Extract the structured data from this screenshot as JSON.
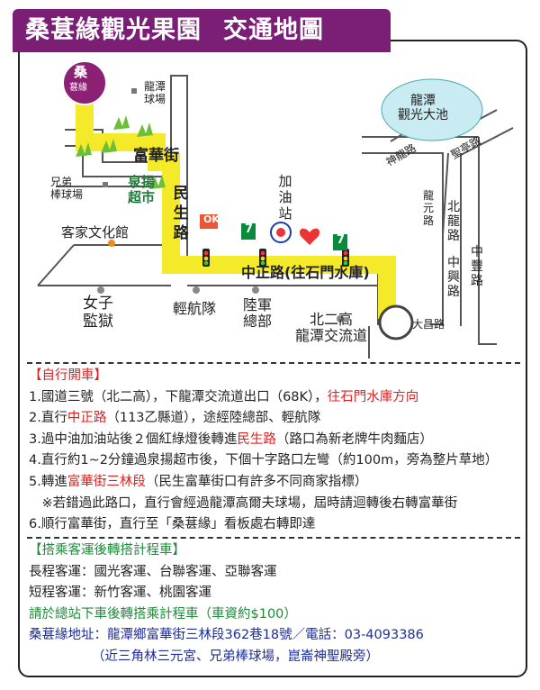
{
  "title": {
    "main": "桑葚緣觀光果園",
    "sub": "交通地圖"
  },
  "map": {
    "logo": {
      "top": "桑",
      "bottom": "葚緣"
    },
    "labels": {
      "longtan_field": "龍潭\n球場",
      "brothers_field": "兄弟\n棒球場",
      "quanyang": "泉揚\n超市",
      "hakka": "客家文化館",
      "fuhua": "富華街",
      "minsheng": "民生路",
      "gas": "加油站",
      "zhongzheng": "中正路(往石門水庫)",
      "lake": "龍潭\n觀光大池",
      "shenlong": "神龍路",
      "shengxiong": "聖亭路",
      "longyuan": "龍元路",
      "beilong": "北龍路",
      "zhongxing": "中興路",
      "zhongfeng": "中豐路",
      "women_prison": "女子\n監獄",
      "light_aviation": "輕航隊",
      "army": "陸軍\n總部",
      "beier": "北二高\n龍潭交流道",
      "dachang": "大昌路",
      "seven1": "7",
      "seven2": "7",
      "ok": "OK",
      "mtw": "♥"
    }
  },
  "section1": {
    "header": "【自行開車】",
    "rows": [
      [
        "1.國道三號（北二高），下龍潭交流道出口（68K），",
        "往石門水庫方向",
        ""
      ],
      [
        "2.直行",
        "中正路",
        "（113乙縣道），途經陸總部、輕航隊"
      ],
      [
        "3.過中油加油站後２個紅綠燈後轉進",
        "民生路",
        "（路口為新老牌牛肉麵店）"
      ],
      [
        "4.直行約1~2分鐘過泉揚超市後，下個十字路口左彎（約100m，旁為整片草地）",
        "",
        ""
      ],
      [
        "5.轉進",
        "富華街三林段",
        "（民生富華街口有許多不同商家指標）"
      ],
      [
        "　※若錯過此路口，直行會經過龍潭高爾夫球場，屆時請迴轉後右轉富華街",
        "",
        ""
      ],
      [
        "6.順行富華街，直行至「桑葚緣」看板處右轉即達",
        "",
        ""
      ]
    ]
  },
  "section2": {
    "header": "【搭乘客運後轉搭計程車】",
    "long": "長程客運：國光客運、台聯客運、亞聯客運",
    "short": "短程客運：新竹客運、桃園客運",
    "taxi": "請於總站下車後轉搭乘計程車（車資約$100）",
    "address": "桑葚緣地址：龍潭鄉富華街三林段362巷18號／電話：03-4093386",
    "near": "（近三角林三元宮、兄弟棒球場，崑崙神聖殿旁）"
  }
}
